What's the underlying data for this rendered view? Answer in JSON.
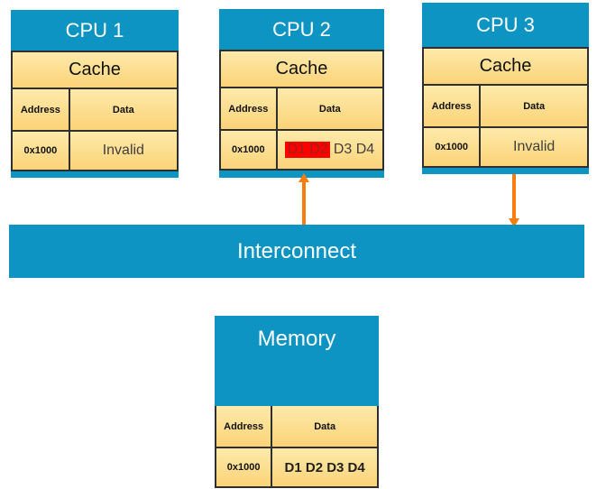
{
  "colors": {
    "blue": "#0d94c3",
    "orange": "#fa7d0f",
    "cream_top": "#feeaaa",
    "cream_bottom": "#fbd378",
    "border": "#2f2f2f",
    "highlight_bg": "#ff0000",
    "highlight_text": "#9e1e1e",
    "value_text": "#3f3f3f"
  },
  "cpus": [
    {
      "title": "CPU 1",
      "cache_label": "Cache",
      "address_header": "Address",
      "data_header": "Data",
      "address": "0x1000",
      "data": "Invalid"
    },
    {
      "title": "CPU 2",
      "cache_label": "Cache",
      "address_header": "Address",
      "data_header": "Data",
      "address": "0x1000",
      "data_highlight": "D1 D2",
      "data_rest": "D3 D4"
    },
    {
      "title": "CPU 3",
      "cache_label": "Cache",
      "address_header": "Address",
      "data_header": "Data",
      "address": "0x1000",
      "data": "Invalid"
    }
  ],
  "interconnect": {
    "label": "Interconnect"
  },
  "memory": {
    "title": "Memory",
    "address_header": "Address",
    "data_header": "Data",
    "address": "0x1000",
    "data": "D1 D2 D3 D4"
  }
}
